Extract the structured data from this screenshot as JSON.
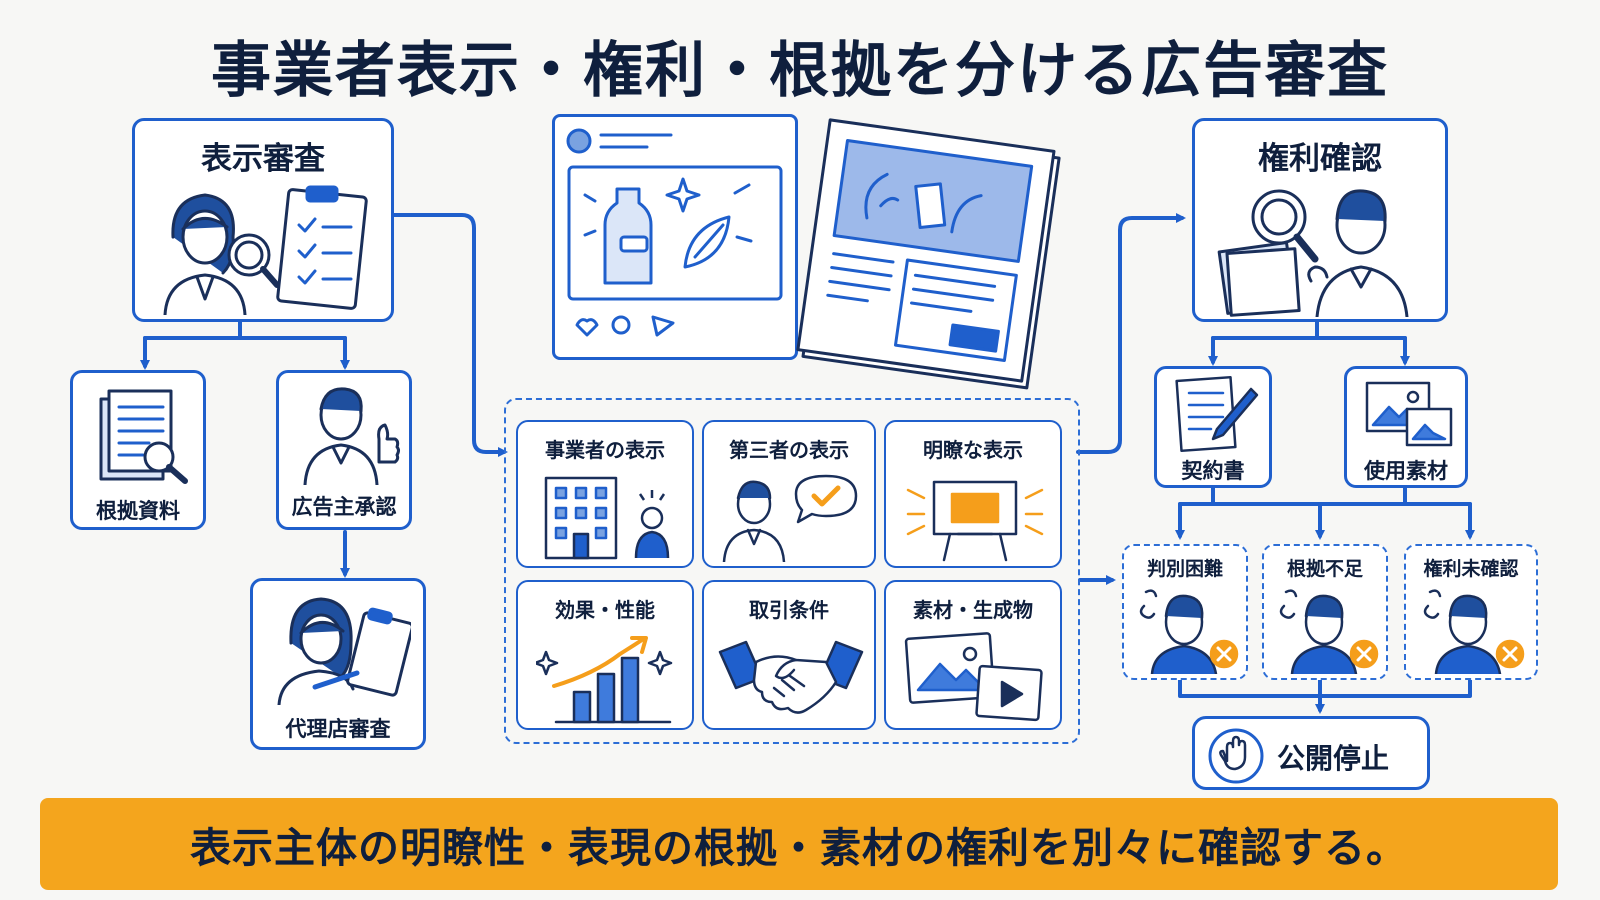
{
  "title": "事業者表示・権利・根拠を分ける広告審査",
  "left": {
    "display_review": "表示審査",
    "evidence_docs": "根拠資料",
    "advertiser_approval": "広告主承認",
    "agency_review": "代理店審査"
  },
  "center": {
    "cells": [
      "事業者の表示",
      "第三者の表示",
      "明瞭な表示",
      "効果・性能",
      "取引条件",
      "素材・生成物"
    ]
  },
  "right": {
    "rights_check": "権利確認",
    "contract": "契約書",
    "materials_used": "使用素材",
    "issues": [
      "判別困難",
      "根拠不足",
      "権利未確認"
    ],
    "stop": "公開停止"
  },
  "banner": "表示主体の明瞭性・表現の根拠・素材の権利を別々に確認する。",
  "colors": {
    "primary": "#1f5fcc",
    "accent": "#f4a51d",
    "warning": "#f59e1b",
    "text": "#0f1f3d"
  }
}
